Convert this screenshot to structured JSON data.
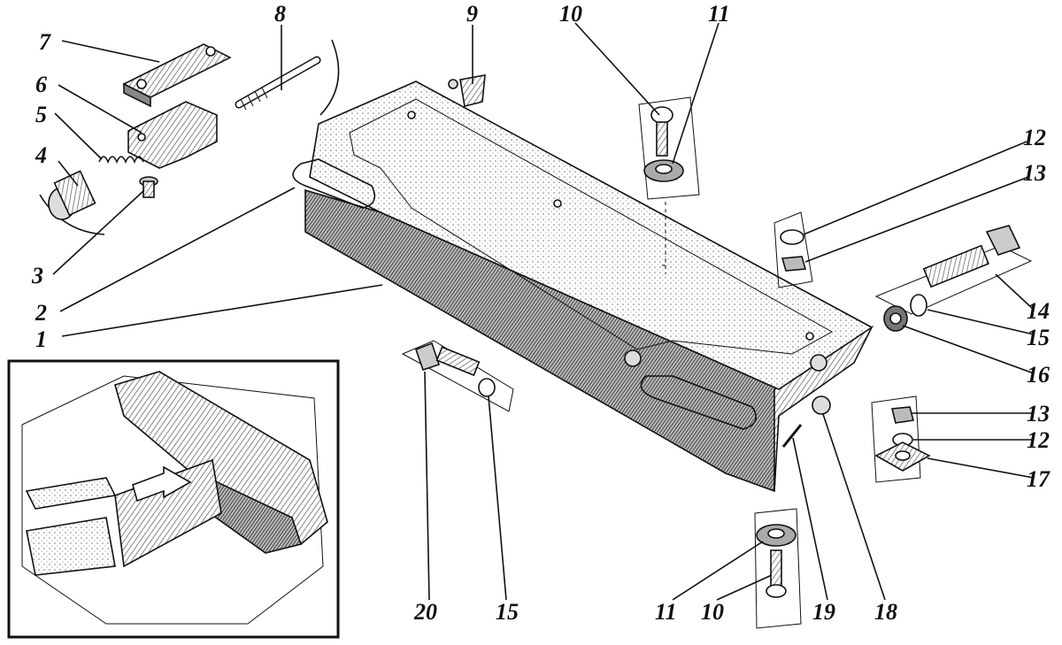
{
  "diagram": {
    "callouts": [
      {
        "id": "c1",
        "number": "1"
      },
      {
        "id": "c2",
        "number": "2"
      },
      {
        "id": "c3",
        "number": "3"
      },
      {
        "id": "c4",
        "number": "4"
      },
      {
        "id": "c5",
        "number": "5"
      },
      {
        "id": "c6",
        "number": "6"
      },
      {
        "id": "c7",
        "number": "7"
      },
      {
        "id": "c8",
        "number": "8"
      },
      {
        "id": "c9",
        "number": "9"
      },
      {
        "id": "c10a",
        "number": "10"
      },
      {
        "id": "c11a",
        "number": "11"
      },
      {
        "id": "c12a",
        "number": "12"
      },
      {
        "id": "c13a",
        "number": "13"
      },
      {
        "id": "c14",
        "number": "14"
      },
      {
        "id": "c15a",
        "number": "15"
      },
      {
        "id": "c16",
        "number": "16"
      },
      {
        "id": "c13b",
        "number": "13"
      },
      {
        "id": "c12b",
        "number": "12"
      },
      {
        "id": "c17",
        "number": "17"
      },
      {
        "id": "c20",
        "number": "20"
      },
      {
        "id": "c15b",
        "number": "15"
      },
      {
        "id": "c11b",
        "number": "11"
      },
      {
        "id": "c10b",
        "number": "10"
      },
      {
        "id": "c19",
        "number": "19"
      },
      {
        "id": "c18",
        "number": "18"
      }
    ],
    "colors": {
      "ink": "#111111",
      "shade": "#bdbdbd",
      "dark": "#7a7a7a",
      "paper": "#ffffff"
    }
  }
}
